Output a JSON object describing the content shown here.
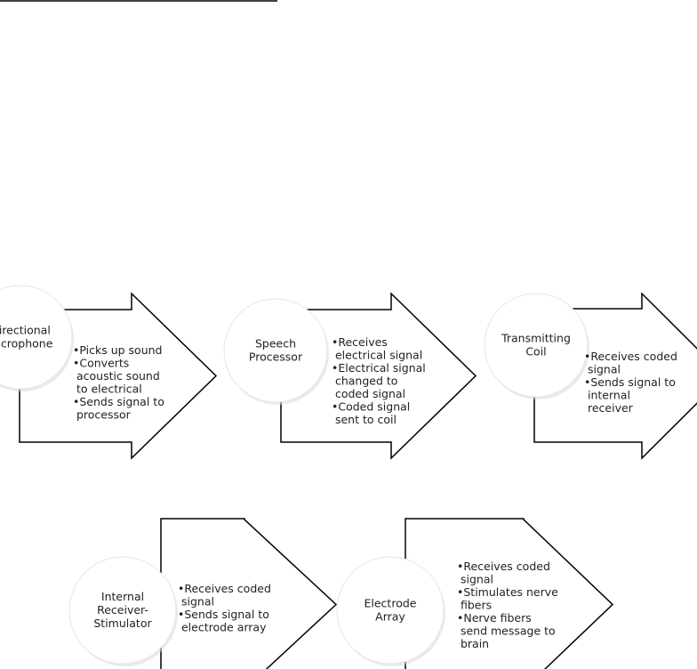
{
  "steps": [
    {
      "circle_lines": [
        "Directional",
        "Microphone"
      ],
      "bullets": [
        "Picks up sound",
        "Converts acoustic sound to electrical",
        "Sends signal to processor"
      ],
      "bullet_lines": [
        "•Picks up sound",
        "•Converts",
        " acoustic sound",
        " to electrical",
        "•Sends signal to",
        " processor"
      ]
    },
    {
      "circle_lines": [
        "Speech",
        "Processor"
      ],
      "bullets": [
        "Receives electrical signal",
        "Electrical signal changed to coded signal",
        "Coded signal sent to coil"
      ],
      "bullet_lines": [
        "•Receives",
        " electrical signal",
        "•Electrical signal",
        " changed to",
        " coded signal",
        "•Coded signal",
        " sent to coil"
      ]
    },
    {
      "circle_lines": [
        "Transmitting",
        "Coil"
      ],
      "bullets": [
        "Receives coded signal",
        "Sends signal to internal receiver"
      ],
      "bullet_lines": [
        "•Receives coded",
        " signal",
        "•Sends signal to",
        " internal",
        " receiver"
      ]
    },
    {
      "circle_lines": [
        "Internal",
        "Receiver-",
        "Stimulator"
      ],
      "bullets": [
        "Receives coded signal",
        "Sends signal to electrode array"
      ],
      "bullet_lines": [
        "•Receives coded",
        " signal",
        "•Sends signal to",
        " electrode array"
      ]
    },
    {
      "circle_lines": [
        "Electrode",
        "Array"
      ],
      "bullets": [
        "Receives coded signal",
        "Stimulates nerve fibers",
        "Nerve fibers send message to brain"
      ],
      "bullet_lines": [
        "•Receives coded",
        " signal",
        "•Stimulates nerve",
        " fibers",
        "•Nerve fibers",
        " send message to",
        " brain"
      ]
    }
  ]
}
